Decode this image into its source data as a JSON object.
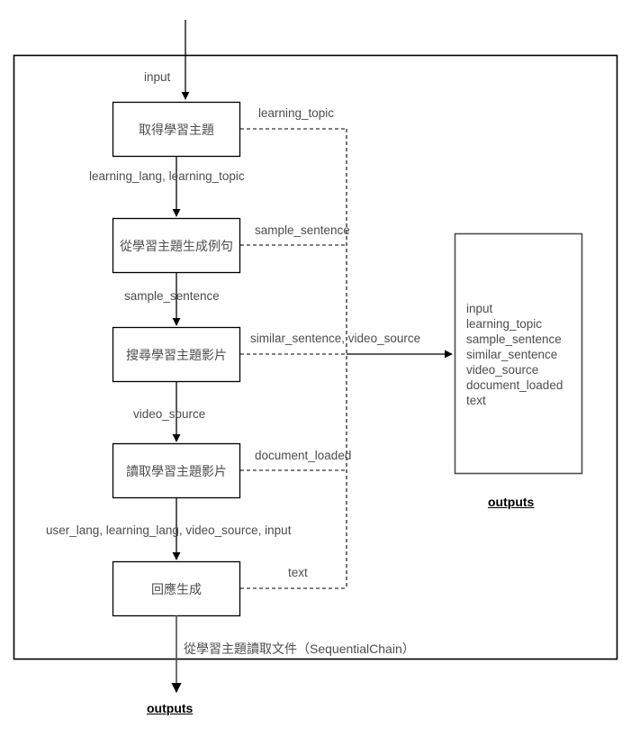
{
  "diagram": {
    "container_caption": "從學習主題讀取文件（SequentialChain）",
    "entry_edge_label": "input",
    "final_output_label": "outputs",
    "nodes": [
      {
        "id": "get-topic",
        "label": "取得學習主題"
      },
      {
        "id": "gen-sentence",
        "label": "從學習主題生成例句"
      },
      {
        "id": "search-video",
        "label": "搜尋學習主題影片"
      },
      {
        "id": "load-video",
        "label": "讀取學習主題影片"
      },
      {
        "id": "gen-response",
        "label": "回應生成"
      }
    ],
    "sequential_edge_labels": [
      "learning_lang, learning_topic",
      "sample_sentence",
      "video_source",
      "user_lang, learning_lang, video_source, input"
    ],
    "branch_edge_labels": [
      "learning_topic",
      "sample_sentence",
      "similar_sentence, video_source",
      "document_loaded",
      "text"
    ],
    "outputs_box": {
      "caption": "outputs",
      "items": [
        "input",
        "learning_topic",
        "sample_sentence",
        "similar_sentence",
        "video_source",
        "document_loaded",
        "text"
      ]
    },
    "colors": {
      "stroke": "#000000",
      "text": "#4d4d4d",
      "background": "#ffffff"
    }
  }
}
